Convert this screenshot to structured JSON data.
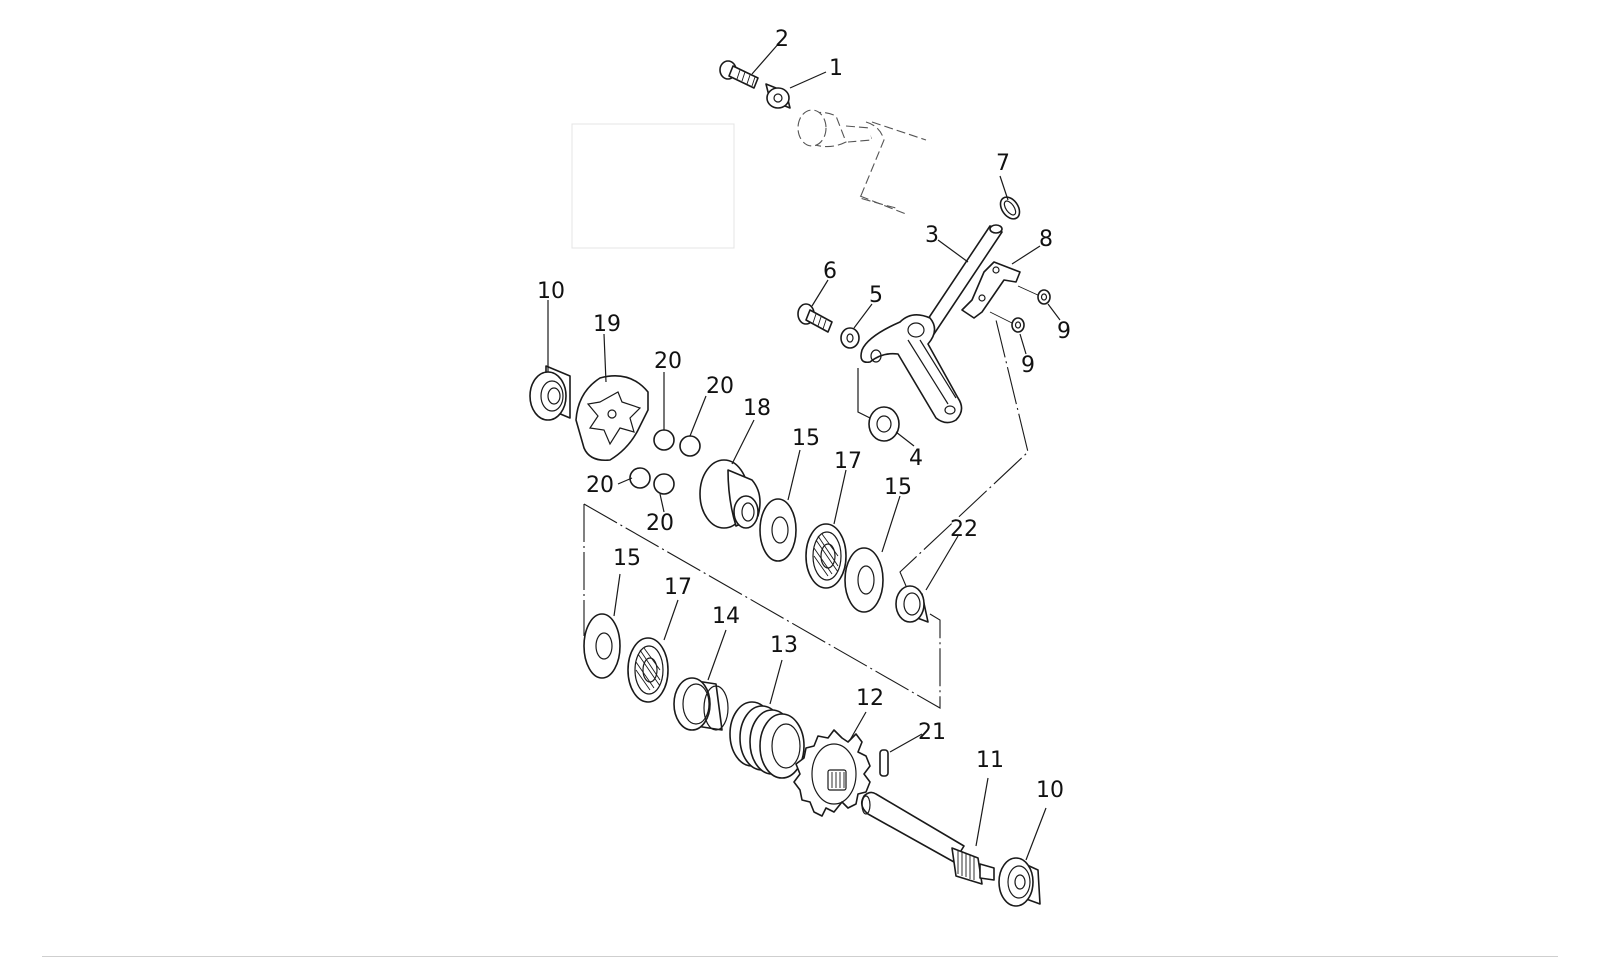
{
  "diagram": {
    "callouts": [
      {
        "label": "2"
      },
      {
        "label": "1"
      },
      {
        "label": "7"
      },
      {
        "label": "3"
      },
      {
        "label": "8"
      },
      {
        "label": "6"
      },
      {
        "label": "5"
      },
      {
        "label": "9"
      },
      {
        "label": "9"
      },
      {
        "label": "10"
      },
      {
        "label": "19"
      },
      {
        "label": "20"
      },
      {
        "label": "20"
      },
      {
        "label": "18"
      },
      {
        "label": "15"
      },
      {
        "label": "17"
      },
      {
        "label": "4"
      },
      {
        "label": "20"
      },
      {
        "label": "15"
      },
      {
        "label": "20"
      },
      {
        "label": "22"
      },
      {
        "label": "15"
      },
      {
        "label": "17"
      },
      {
        "label": "14"
      },
      {
        "label": "13"
      },
      {
        "label": "12"
      },
      {
        "label": "21"
      },
      {
        "label": "11"
      },
      {
        "label": "10"
      }
    ]
  }
}
